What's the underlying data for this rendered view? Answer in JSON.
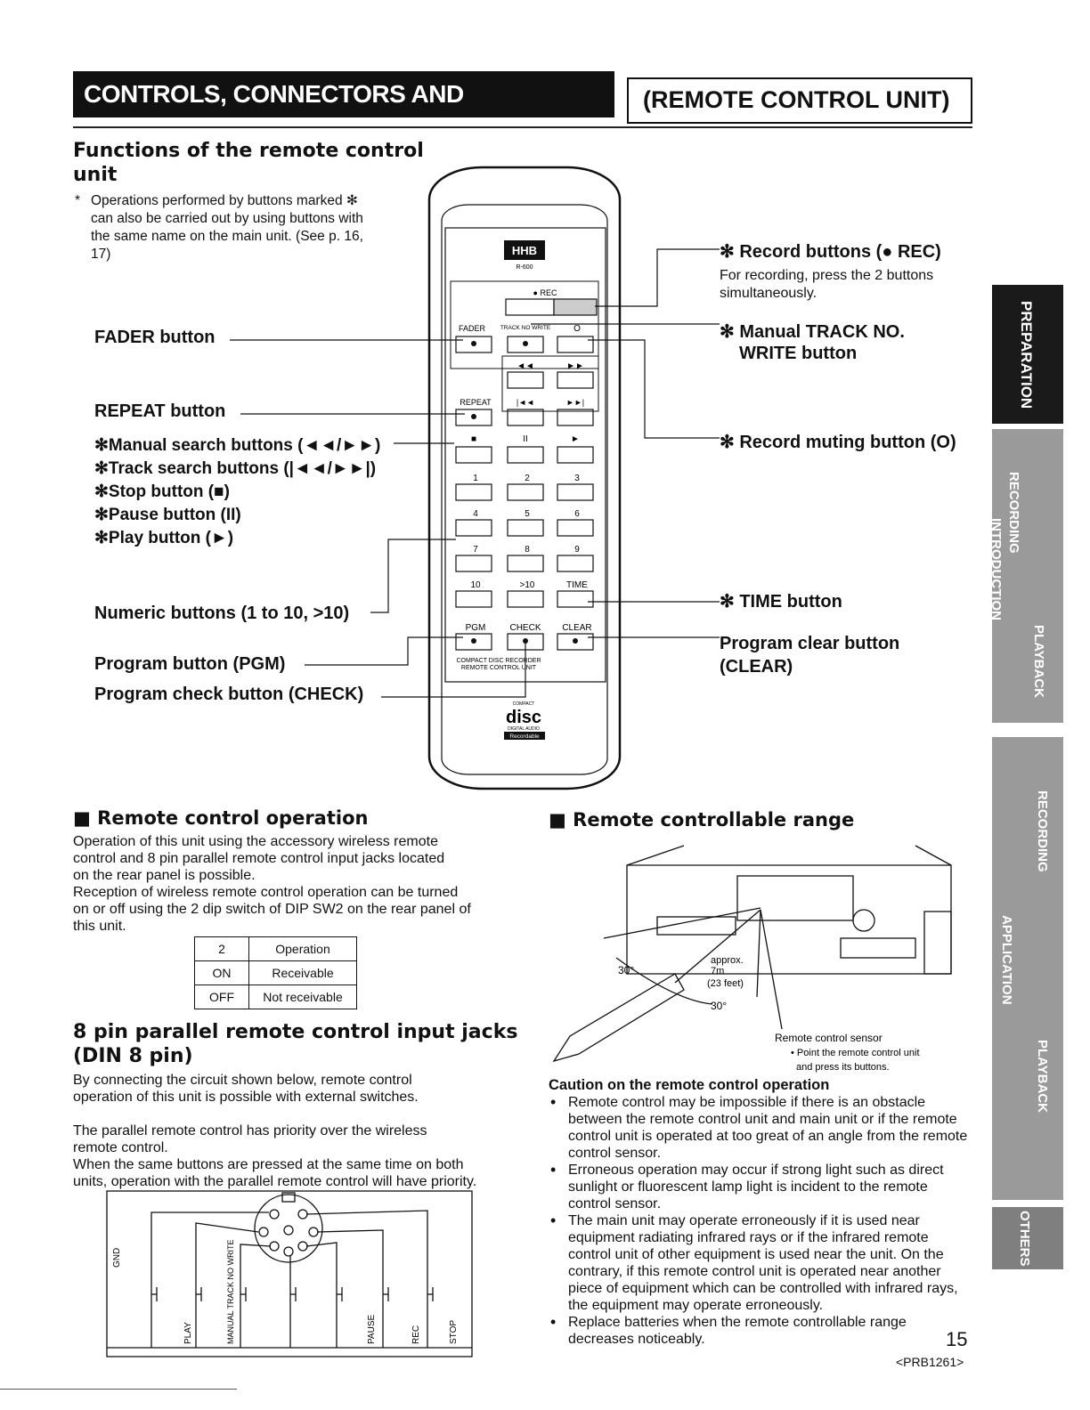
{
  "header": {
    "title": "CONTROLS, CONNECTORS AND INDICATORS",
    "subtitle": "(REMOTE CONTROL UNIT)"
  },
  "functions": {
    "heading_line1": "Functions of the remote control",
    "heading_line2": "unit",
    "note_line1": "Operations performed by buttons marked ✻",
    "note_line2": "can also be carried out by using buttons with",
    "note_line3": "the same name on the main unit. (See p. 16,",
    "note_line4": "17)"
  },
  "left_labels": {
    "fader": "FADER button",
    "repeat": "REPEAT button",
    "manual_search": "✻Manual search buttons (◄◄/►►)",
    "track_search": "✻Track search buttons (|◄◄/►►|)",
    "stop": "✻Stop button (■)",
    "pause": "✻Pause button (II)",
    "play": "✻Play button (►)",
    "numeric": "Numeric buttons (1 to 10, >10)",
    "pgm": "Program button (PGM)",
    "check": "Program check button (CHECK)"
  },
  "right_labels": {
    "record": "✻ Record buttons (● REC)",
    "record_desc_1": "For recording, press the 2 buttons",
    "record_desc_2": "simultaneously.",
    "track_write_1": "✻ Manual TRACK NO.",
    "track_write_2": "WRITE button",
    "muting": "✻ Record muting button (O)",
    "time": "✻ TIME button",
    "clear_1": "Program clear button",
    "clear_2": "(CLEAR)"
  },
  "remote": {
    "brand": "HHB",
    "model": "R-600",
    "rec": "● REC",
    "fader": "FADER",
    "track_write": "TRACK NO WRITE",
    "repeat": "REPEAT",
    "digits": [
      "1",
      "2",
      "3",
      "4",
      "5",
      "6",
      "7",
      "8",
      "9",
      "10",
      ">10",
      "TIME"
    ],
    "pgm": "PGM",
    "check": "CHECK",
    "clear": "CLEAR",
    "footer_1": "COMPACT DISC RECORDER",
    "footer_2": "REMOTE CONTROL UNIT",
    "logo": "disc",
    "logo_top": "COMPACT",
    "logo_sub": "DIGITAL AUDIO",
    "logo_badge": "Recordable"
  },
  "remote_operation": {
    "heading": "Remote control operation",
    "p1_1": "Operation of this unit using the accessory wireless remote",
    "p1_2": "control and 8 pin parallel remote control input jacks located",
    "p1_3": "on the rear panel is possible.",
    "p2_1": "Reception of wireless remote control operation can be turned",
    "p2_2": "on or off using the 2 dip switch of DIP SW2 on the rear panel of",
    "p2_3": "this unit.",
    "table_header": [
      "2",
      "Operation"
    ],
    "table_rows": [
      [
        "ON",
        "Receivable"
      ],
      [
        "OFF",
        "Not receivable"
      ]
    ]
  },
  "parallel": {
    "heading_1": "8 pin parallel remote control input jacks",
    "heading_2": "(DIN 8 pin)",
    "p1_1": "By connecting the circuit shown below, remote control",
    "p1_2": "operation of this unit is possible with external switches.",
    "p2_1": "The parallel remote control has priority over the wireless",
    "p2_2": "remote control.",
    "p3_1": "When the same buttons are pressed at the same time on both",
    "p3_2": "units, operation with the parallel remote control will have priority.",
    "labels": [
      "GND",
      "PLAY",
      "MANUAL TRACK NO WRITE",
      "PAUSE",
      "REC",
      "STOP"
    ]
  },
  "range": {
    "heading": "Remote controllable range",
    "angle_left": "30°",
    "angle_bottom": "30°",
    "distance_1": "approx.",
    "distance_2": "7m",
    "distance_3": "(23 feet)",
    "sensor": "Remote control sensor",
    "sensor_note_1": "Point the remote control unit",
    "sensor_note_2": "and press its buttons."
  },
  "caution": {
    "heading": "Caution on the remote control operation",
    "items": [
      "Remote control may be impossible if there is an obstacle between the remote control unit and main unit or if the remote control unit is operated at too great of an angle from the remote control sensor.",
      "Erroneous operation may occur if strong light such as direct sunlight or fluorescent lamp light is incident to the remote control sensor.",
      "The main unit may operate erroneously if it is used near equipment radiating infrared rays or if the infrared remote control unit of other equipment is used near the unit. On the contrary, if this remote control unit is operated near another piece of equipment which can be controlled with infrared rays, the equipment may operate erroneously.",
      "Replace batteries when the remote controllable range decreases noticeably."
    ]
  },
  "tabs": [
    "PREPARATION",
    "RECORDING",
    "INTRODUCTION",
    "PLAYBACK",
    "RECORDING",
    "APPLICATION",
    "PLAYBACK",
    "OTHERS"
  ],
  "page_number": "15",
  "doc_code": "<PRB1261>"
}
